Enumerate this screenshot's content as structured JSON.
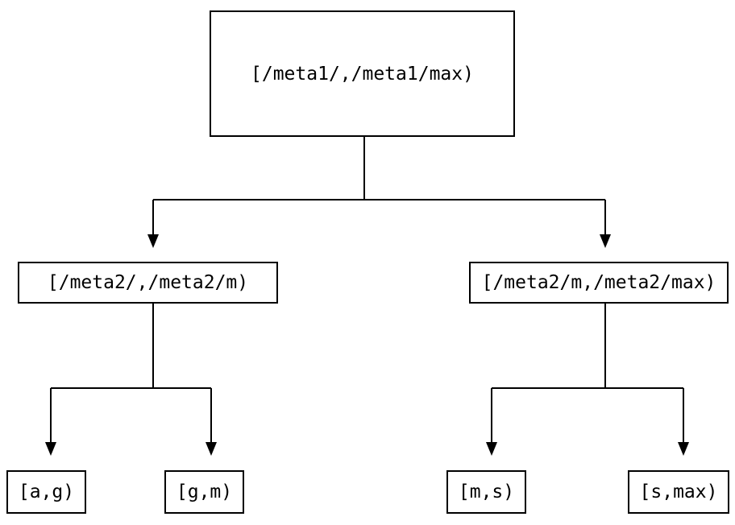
{
  "diagram": {
    "type": "tree",
    "background_color": "#ffffff",
    "line_color": "#000000",
    "text_color": "#000000",
    "nodes": [
      {
        "id": "root",
        "label": "[/meta1/,/meta1/max)"
      },
      {
        "id": "left-child",
        "label": "[/meta2/,/meta2/m)"
      },
      {
        "id": "right-child",
        "label": "[/meta2/m,/meta2/max)"
      },
      {
        "id": "leaf-ag",
        "label": "[a,g)"
      },
      {
        "id": "leaf-gm",
        "label": "[g,m)"
      },
      {
        "id": "leaf-ms",
        "label": "[m,s)"
      },
      {
        "id": "leaf-smax",
        "label": "[s,max)"
      }
    ],
    "edges": [
      {
        "from": "root",
        "to": "left-child"
      },
      {
        "from": "root",
        "to": "right-child"
      },
      {
        "from": "left-child",
        "to": "leaf-ag"
      },
      {
        "from": "left-child",
        "to": "leaf-gm"
      },
      {
        "from": "right-child",
        "to": "leaf-ms"
      },
      {
        "from": "right-child",
        "to": "leaf-smax"
      }
    ]
  }
}
